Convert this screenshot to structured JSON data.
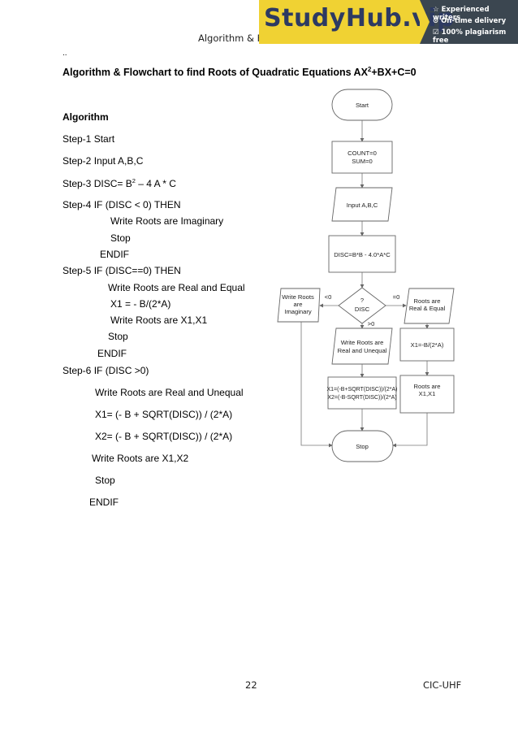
{
  "header": {
    "running_title": "Algorithm & Flo",
    "marker": "..",
    "brand": {
      "logo_text": "StudyHub.vip",
      "features": [
        "☆ Experienced writers",
        "⊙ On-time delivery",
        "☑ 100% plagiarism free"
      ]
    }
  },
  "title": {
    "prefix": "Algorithm & Flowchart to find Roots of Quadratic Equations AX",
    "sup": "2",
    "suffix": "+BX+C=0"
  },
  "algorithm": {
    "heading": "Algorithm",
    "step1": "Step-1   Start",
    "step2": "Step-2   Input A,B,C",
    "step3_prefix": "Step-3   DISC= B",
    "step3_sup": "2",
    "step3_suffix": " – 4 A * C",
    "step4": "Step-4    IF (DISC < 0) THEN",
    "step4_write": "Write Roots are Imaginary",
    "step4_stop": "Stop",
    "step4_endif": "ENDIF",
    "step5": "Step-5   IF (DISC==0) THEN",
    "step5_write": "Write Roots are Real and Equal",
    "step5_x1": "X1 = - B/(2*A)",
    "step5_write2": "Write Roots are X1,X1",
    "step5_stop": "Stop",
    "step5_endif": "ENDIF",
    "step6": "Step-6   IF (DISC >0)",
    "step6_write": "Write Roots are Real and Unequal",
    "step6_x1": "X1= (- B + SQRT(DISC)) / (2*A)",
    "step6_x2": "X2= (- B + SQRT(DISC)) / (2*A)",
    "step6_write2": "Write Roots are X1,X2",
    "step6_stop": "Stop",
    "step6_endif": "ENDIF"
  },
  "flowchart": {
    "start": "Start",
    "init_line1": "COUNT=0",
    "init_line2": "SUM=0",
    "input": "Input A,B,C",
    "disc": "DISC=B*B - 4.0*A*C",
    "decision_q": "?",
    "decision_label": "DISC",
    "branch_lt": "<0",
    "branch_gt": ">0",
    "branch_eq": "=0",
    "imag_line1": "Write Roots",
    "imag_line2": "are",
    "imag_line3": "Imaginary",
    "equal_line1": "Roots are",
    "equal_line2": "Real & Equal",
    "unequal_line1": "Write Roots are",
    "unequal_line2": "Real and Unequal",
    "x1eq": "X1=-B/(2*A)",
    "roots_x1_line1": "Roots are",
    "roots_x1_line2": "X1,X1",
    "x12_line1": "X1=(-B+SQRT(DISC))/(2*A)",
    "x12_line2": "X2=(-B-SQRT(DISC))/(2*A)",
    "stop": "Stop"
  },
  "footer": {
    "page_number": "22",
    "org": "CIC-UHF"
  }
}
